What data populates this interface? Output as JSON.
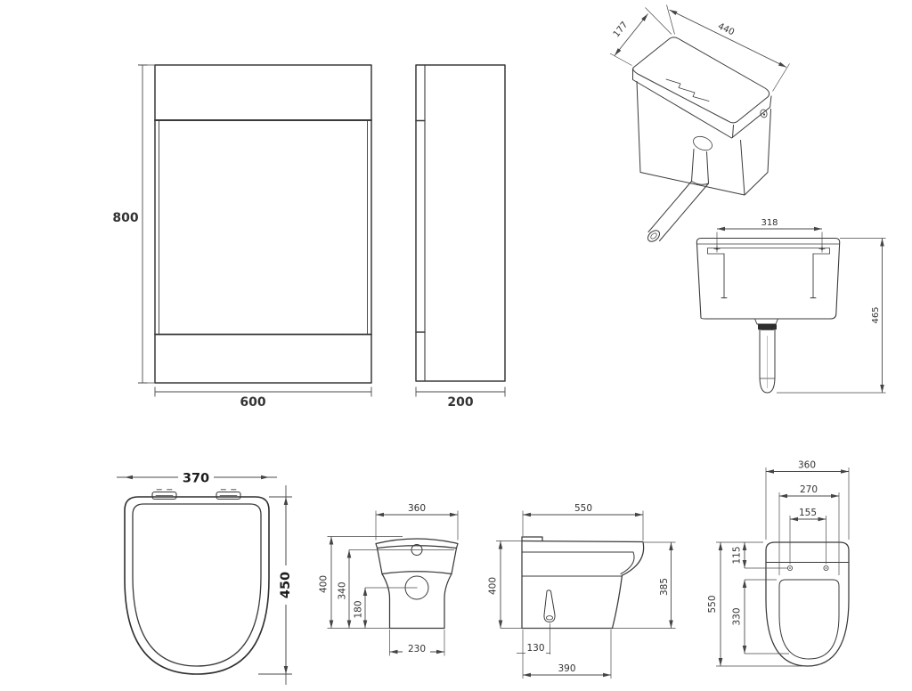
{
  "palette": {
    "line": "#3a3a3a",
    "dim": "#4a4a4a",
    "text": "#333333",
    "background": "#ffffff"
  },
  "views": {
    "vanity_front": {
      "height": "800",
      "width": "600"
    },
    "vanity_side": {
      "depth": "200"
    },
    "cistern_iso": {
      "depth": "177",
      "width": "440"
    },
    "cistern_front": {
      "fixing_centres": "318",
      "height": "465"
    },
    "seat_top": {
      "width": "370",
      "depth": "450"
    },
    "pan_back": {
      "width": "360",
      "height": "400",
      "inlet_height": "340",
      "outlet_height": "180",
      "base_width": "230"
    },
    "pan_side": {
      "depth": "550",
      "height": "400",
      "rim_height": "385",
      "fixing_offset": "130",
      "base_depth": "390"
    },
    "pan_top": {
      "width": "360",
      "bowl_width": "270",
      "fixing_centres": "155",
      "fixing_offset": "115",
      "bowl_length": "330",
      "depth": "550"
    }
  }
}
